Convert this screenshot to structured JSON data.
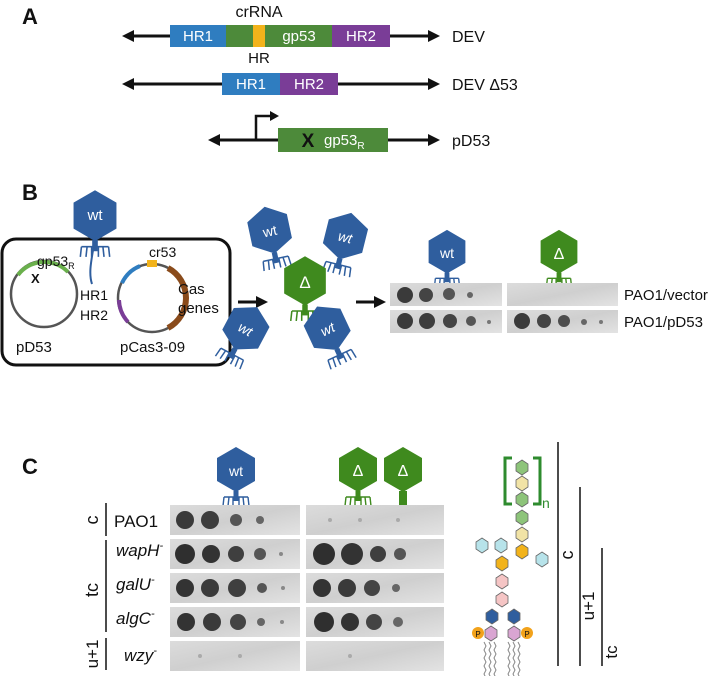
{
  "panels": {
    "a": "A",
    "b": "B",
    "c": "C"
  },
  "colors": {
    "hr1": "#2f7dc0",
    "gp53": "#4d8a3a",
    "hr2": "#7a3d97",
    "crrna": "#f2b31b",
    "wt_phage": "#2f5e9e",
    "delta_phage": "#3f8a1e",
    "cas": "#8a4b1b",
    "plasmid_green": "#6ab04c"
  },
  "panel_a": {
    "dev": {
      "hr1": "HR1",
      "gp53": "gp53",
      "hr2": "HR2",
      "crrna": "crRNA",
      "hr": "HR",
      "name": "DEV"
    },
    "dev_d53": {
      "hr1": "HR1",
      "hr2": "HR2",
      "name": "DEV Δ53"
    },
    "pd53": {
      "mark": "X",
      "gp53_base": "gp53",
      "gp53_sub": "R",
      "name": "pD53"
    }
  },
  "panel_b": {
    "plasmid1": {
      "gp_base": "gp53",
      "gp_sub": "R",
      "mark": "X",
      "name": "pD53"
    },
    "plasmid2": {
      "cr": "cr53",
      "hr1": "HR1",
      "hr2": "HR2",
      "cas1": "Cas",
      "cas2": "genes",
      "name": "pCas3-09"
    },
    "phage_wt": "wt",
    "phage_delta": "Δ",
    "rows": [
      "PAO1/vector",
      "PAO1/pD53"
    ]
  },
  "panel_c": {
    "phage_wt": "wt",
    "phage_delta": "Δ",
    "groups": [
      {
        "label": "c",
        "rows": [
          {
            "base": "PAO1",
            "sup": ""
          }
        ]
      },
      {
        "label": "tc",
        "rows": [
          {
            "base": "wapH",
            "sup": "-"
          },
          {
            "base": "galU",
            "sup": "-"
          },
          {
            "base": "algC",
            "sup": "-"
          }
        ]
      },
      {
        "label": "u+1",
        "rows": [
          {
            "base": "wzy",
            "sup": "-"
          }
        ]
      }
    ],
    "lps": {
      "repeat": "n",
      "brackets": [
        "c",
        "u+1",
        "tc"
      ]
    }
  }
}
